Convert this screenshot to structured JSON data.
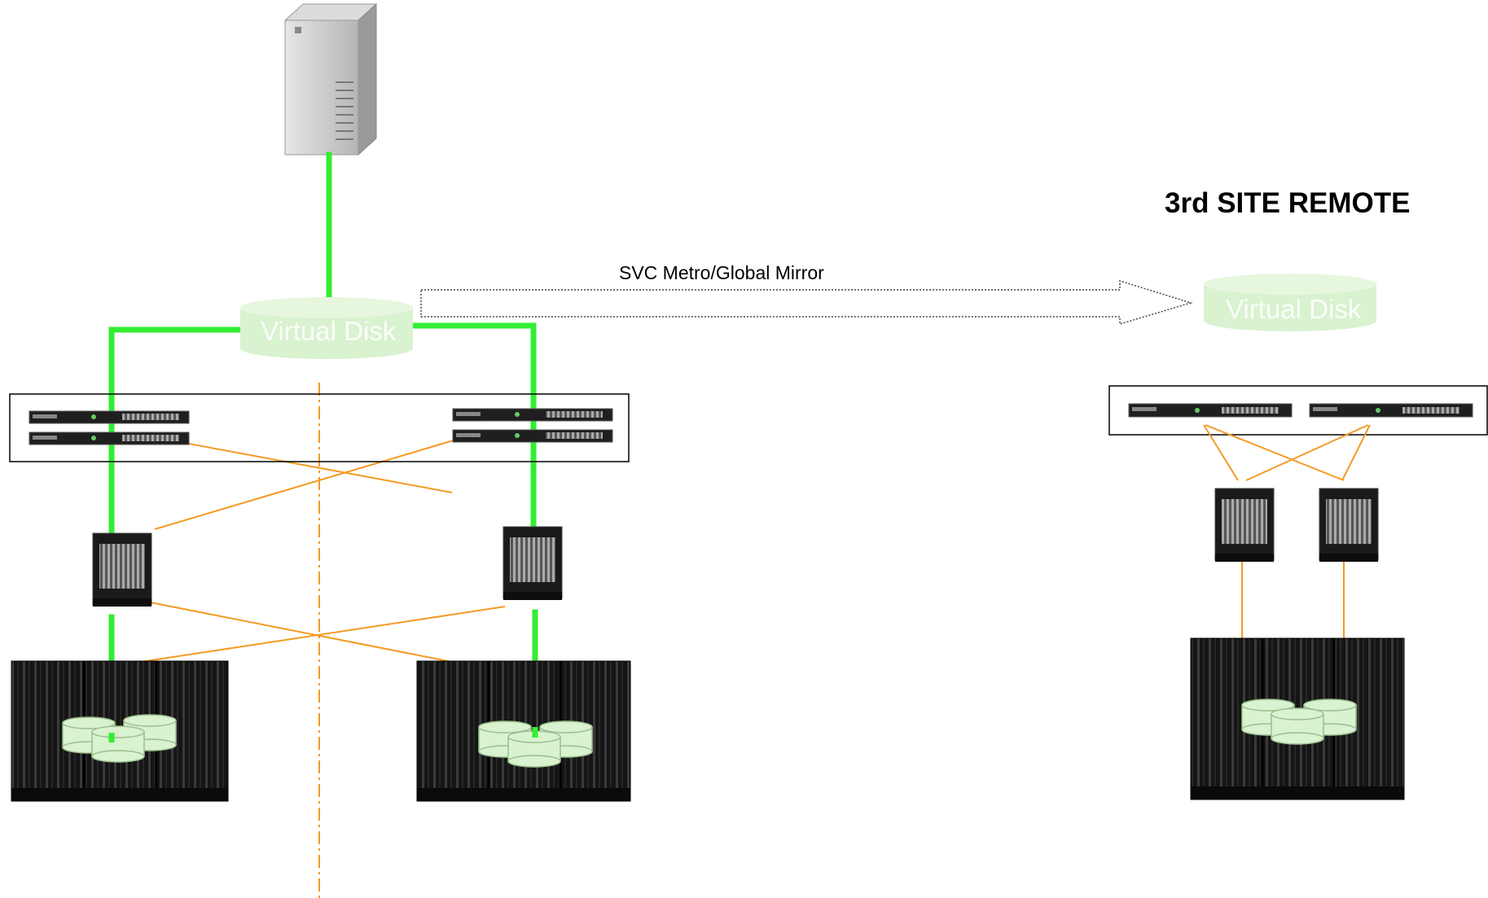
{
  "remote_site": {
    "title": "3rd SITE REMOTE"
  },
  "mirror_link": {
    "label": "SVC Metro/Global Mirror"
  },
  "virtual_disks": [
    {
      "label": "Virtual Disk"
    },
    {
      "label": "Virtual Disk"
    }
  ],
  "colors": {
    "active_path": "#33ee33",
    "cross_link": "#f59a23",
    "site_divider": "#f59a23",
    "disk_fill": "#d9f2cf",
    "virtual_disk_fill": "#d9f2cf",
    "hardware_dark": "#1a1a1a",
    "server_tower": "#c8c8c8"
  },
  "icons": [
    "server-tower-icon",
    "svc-node-icon",
    "san-switch-icon",
    "storage-array-icon",
    "disk-icon"
  ]
}
